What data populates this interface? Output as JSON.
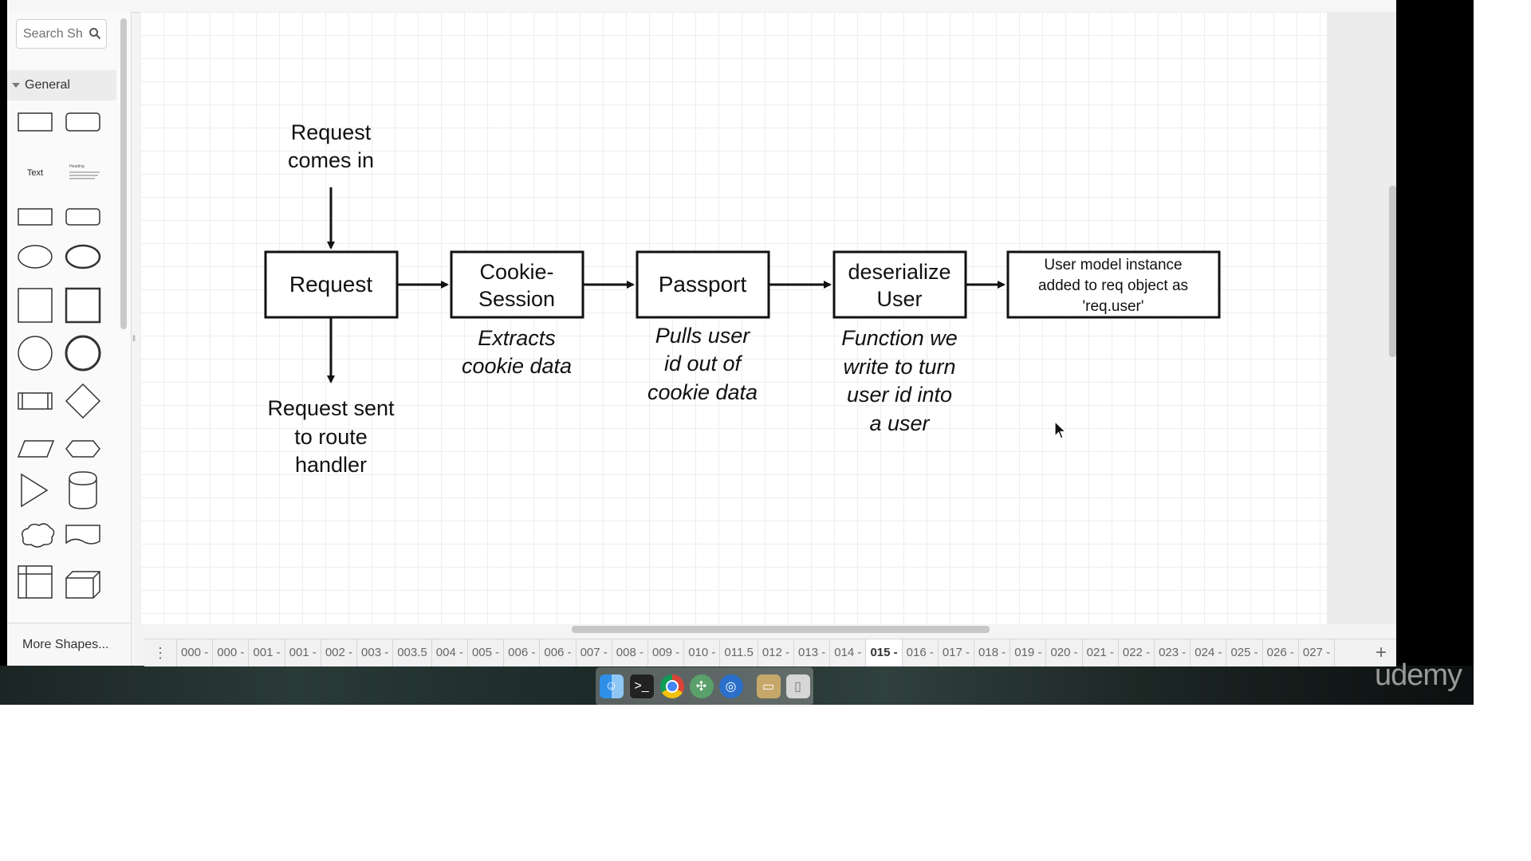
{
  "sidebar": {
    "search_placeholder": "Search Sh",
    "section_label": "General",
    "more_shapes_label": "More Shapes...",
    "text_shape_label": "Text",
    "heading_shape_label": "Heading"
  },
  "diagram": {
    "top_label": [
      "Request",
      "comes in"
    ],
    "request": "Request",
    "cookie_session": [
      "Cookie-",
      "Session"
    ],
    "passport": "Passport",
    "deserialize": [
      "deserialize",
      "User"
    ],
    "user_model": [
      "User model instance",
      "added to req object as",
      "'req.user'"
    ],
    "bottom_label": [
      "Request sent",
      "to route",
      "handler"
    ],
    "cookie_note": [
      "Extracts",
      "cookie data"
    ],
    "passport_note": [
      "Pulls user",
      "id out of",
      "cookie data"
    ],
    "deserialize_note": [
      "Function we",
      "write to turn",
      "user id into",
      "a user"
    ]
  },
  "tabs": {
    "items": [
      "000 -",
      "000 -",
      "001 -",
      "001 -",
      "002 -",
      "003 -",
      "003.5",
      "004 -",
      "005 -",
      "006 -",
      "006 -",
      "007 -",
      "008 -",
      "009 -",
      "010 -",
      "011.5",
      "012 -",
      "013 -",
      "014 -",
      "015 -",
      "016 -",
      "017 -",
      "018 -",
      "019 -",
      "020 -",
      "021 -",
      "022 -",
      "023 -",
      "024 -",
      "025 -",
      "026 -",
      "027 -"
    ],
    "active_index": 19
  },
  "watermark": "udemy"
}
